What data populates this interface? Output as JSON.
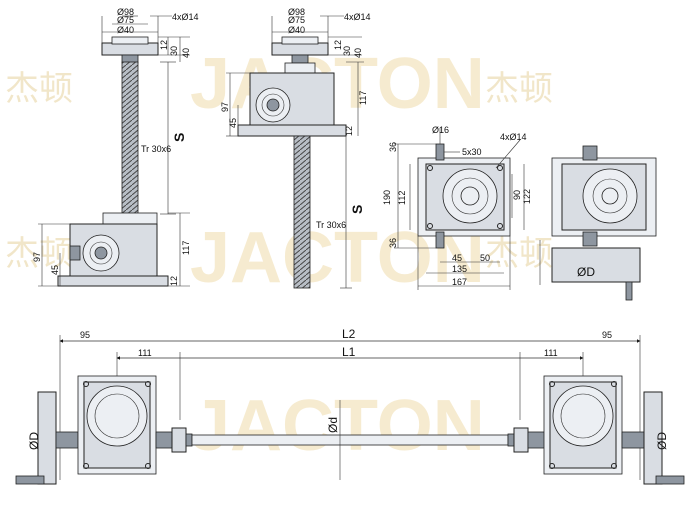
{
  "watermark": {
    "brand": "JACTON",
    "cn": "杰顿"
  },
  "front_view": {
    "d98": "Ø98",
    "d75": "Ø75",
    "d40": "Ø40",
    "holes": "4xØ14",
    "h12": "12",
    "h30": "30",
    "h40": "40",
    "stroke": "S",
    "thread": "Tr 30x6",
    "h97": "97",
    "h45": "45",
    "h117": "117",
    "h12b": "12"
  },
  "side_view": {
    "d98": "Ø98",
    "d75": "Ø75",
    "d40": "Ø40",
    "holes": "4xØ14",
    "h12": "12",
    "h30": "30",
    "h40": "40",
    "h97": "97",
    "h45": "45",
    "h117": "117",
    "h12b": "12",
    "stroke": "S",
    "thread": "Tr 30x6"
  },
  "top_view": {
    "d16": "Ø16",
    "holes": "4xØ14",
    "key": "5x30",
    "h36a": "36",
    "h190": "190",
    "h112": "112",
    "h36b": "36",
    "w90": "90",
    "w122": "122",
    "w45": "45",
    "w50": "50",
    "w135": "135",
    "w167": "167"
  },
  "end_view": {
    "dia": "ØD"
  },
  "bottom_view": {
    "l2": "L2",
    "l1": "L1",
    "d95_left": "95",
    "d95_right": "95",
    "d111_left": "111",
    "d111_right": "111",
    "shaft": "Ød",
    "dia_left": "ØD",
    "dia_right": "ØD"
  }
}
